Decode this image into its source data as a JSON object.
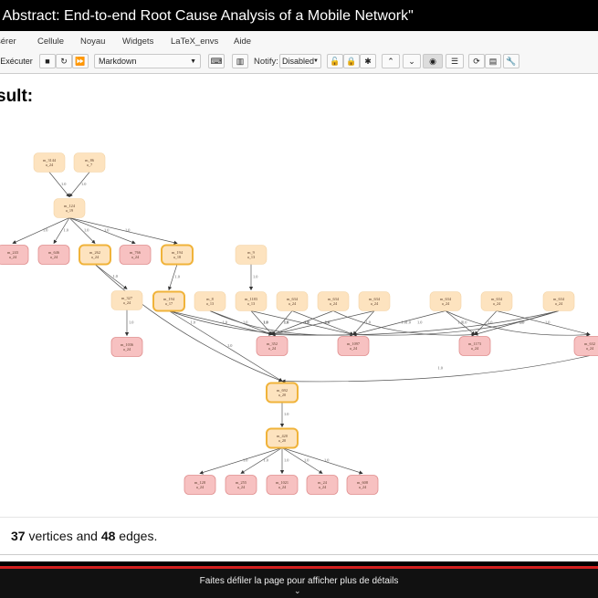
{
  "window": {
    "title": "o Abstract: End-to-end Root Cause Analysis of a Mobile Network\""
  },
  "menu": {
    "items": [
      "sérer",
      "Cellule",
      "Noyau",
      "Widgets",
      "LaTeX_envs",
      "Aide"
    ]
  },
  "toolbar": {
    "run_label": "Exécuter",
    "cell_type": "Markdown",
    "notify_label": "Notify:",
    "notify_value": "Disabled"
  },
  "colors": {
    "orange_fill": "#fde3bf",
    "red_fill": "#f7c1c1",
    "highlight_stroke": "#f0b33a",
    "red_stroke": "#e08f8f"
  },
  "result": {
    "heading": "sult:",
    "summary": {
      "vertices": "37",
      "vertices_text": " vertices and ",
      "edges": "48",
      "edges_text": " edges."
    }
  },
  "footer": {
    "message": "Faites défiler la page pour afficher plus de détails",
    "chevron": "⌄"
  },
  "graph": {
    "edge_weight": "1.0",
    "nodes": [
      {
        "id": "a",
        "l1": "m_3144",
        "l2": "a_24",
        "c": "o"
      },
      {
        "id": "b",
        "l1": "m_86",
        "l2": "a_7",
        "c": "o"
      },
      {
        "id": "c",
        "l1": "m_124",
        "l2": "a_19",
        "c": "o"
      },
      {
        "id": "d",
        "l1": "m_243",
        "l2": "a_24",
        "c": "r"
      },
      {
        "id": "e",
        "l1": "m_646",
        "l2": "a_24",
        "c": "r"
      },
      {
        "id": "f",
        "l1": "m_262",
        "l2": "a_24",
        "c": "h"
      },
      {
        "id": "g",
        "l1": "m_766",
        "l2": "a_24",
        "c": "r"
      },
      {
        "id": "h",
        "l1": "m_194",
        "l2": "a_18",
        "c": "h"
      },
      {
        "id": "i",
        "l1": "m_327",
        "l2": "a_24",
        "c": "o"
      },
      {
        "id": "j",
        "l1": "m_1036",
        "l2": "a_24",
        "c": "r"
      },
      {
        "id": "k",
        "l1": "m_194",
        "l2": "a_17",
        "c": "h"
      },
      {
        "id": "l",
        "l1": "m_9",
        "l2": "a_13",
        "c": "o"
      },
      {
        "id": "m",
        "l1": "m_8",
        "l2": "a_13",
        "c": "o"
      },
      {
        "id": "n",
        "l1": "m_1183",
        "l2": "a_13",
        "c": "o"
      },
      {
        "id": "o",
        "l1": "m_634",
        "l2": "a_24",
        "c": "o"
      },
      {
        "id": "p",
        "l1": "m_634",
        "l2": "a_24",
        "c": "o"
      },
      {
        "id": "q",
        "l1": "m_634",
        "l2": "a_24",
        "c": "o"
      },
      {
        "id": "r",
        "l1": "m_634",
        "l2": "a_24",
        "c": "o"
      },
      {
        "id": "s",
        "l1": "m_634",
        "l2": "a_24",
        "c": "o"
      },
      {
        "id": "t",
        "l1": "m_634",
        "l2": "a_24",
        "c": "o"
      },
      {
        "id": "u",
        "l1": "m_352",
        "l2": "a_24",
        "c": "r"
      },
      {
        "id": "v",
        "l1": "m_1097",
        "l2": "a_24",
        "c": "r"
      },
      {
        "id": "w",
        "l1": "m_1173",
        "l2": "a_24",
        "c": "r"
      },
      {
        "id": "x",
        "l1": "m_632",
        "l2": "a_24",
        "c": "r"
      },
      {
        "id": "y",
        "l1": "m_692",
        "l2": "a_20",
        "c": "h"
      },
      {
        "id": "z",
        "l1": "m_420",
        "l2": "a_20",
        "c": "h"
      },
      {
        "id": "a1",
        "l1": "m_128",
        "l2": "a_24",
        "c": "r"
      },
      {
        "id": "a2",
        "l1": "m_255",
        "l2": "a_24",
        "c": "r"
      },
      {
        "id": "a3",
        "l1": "m_1021",
        "l2": "a_24",
        "c": "r"
      },
      {
        "id": "a4",
        "l1": "m_24",
        "l2": "a_24",
        "c": "r"
      },
      {
        "id": "a5",
        "l1": "m_608",
        "l2": "a_24",
        "c": "r"
      }
    ]
  }
}
